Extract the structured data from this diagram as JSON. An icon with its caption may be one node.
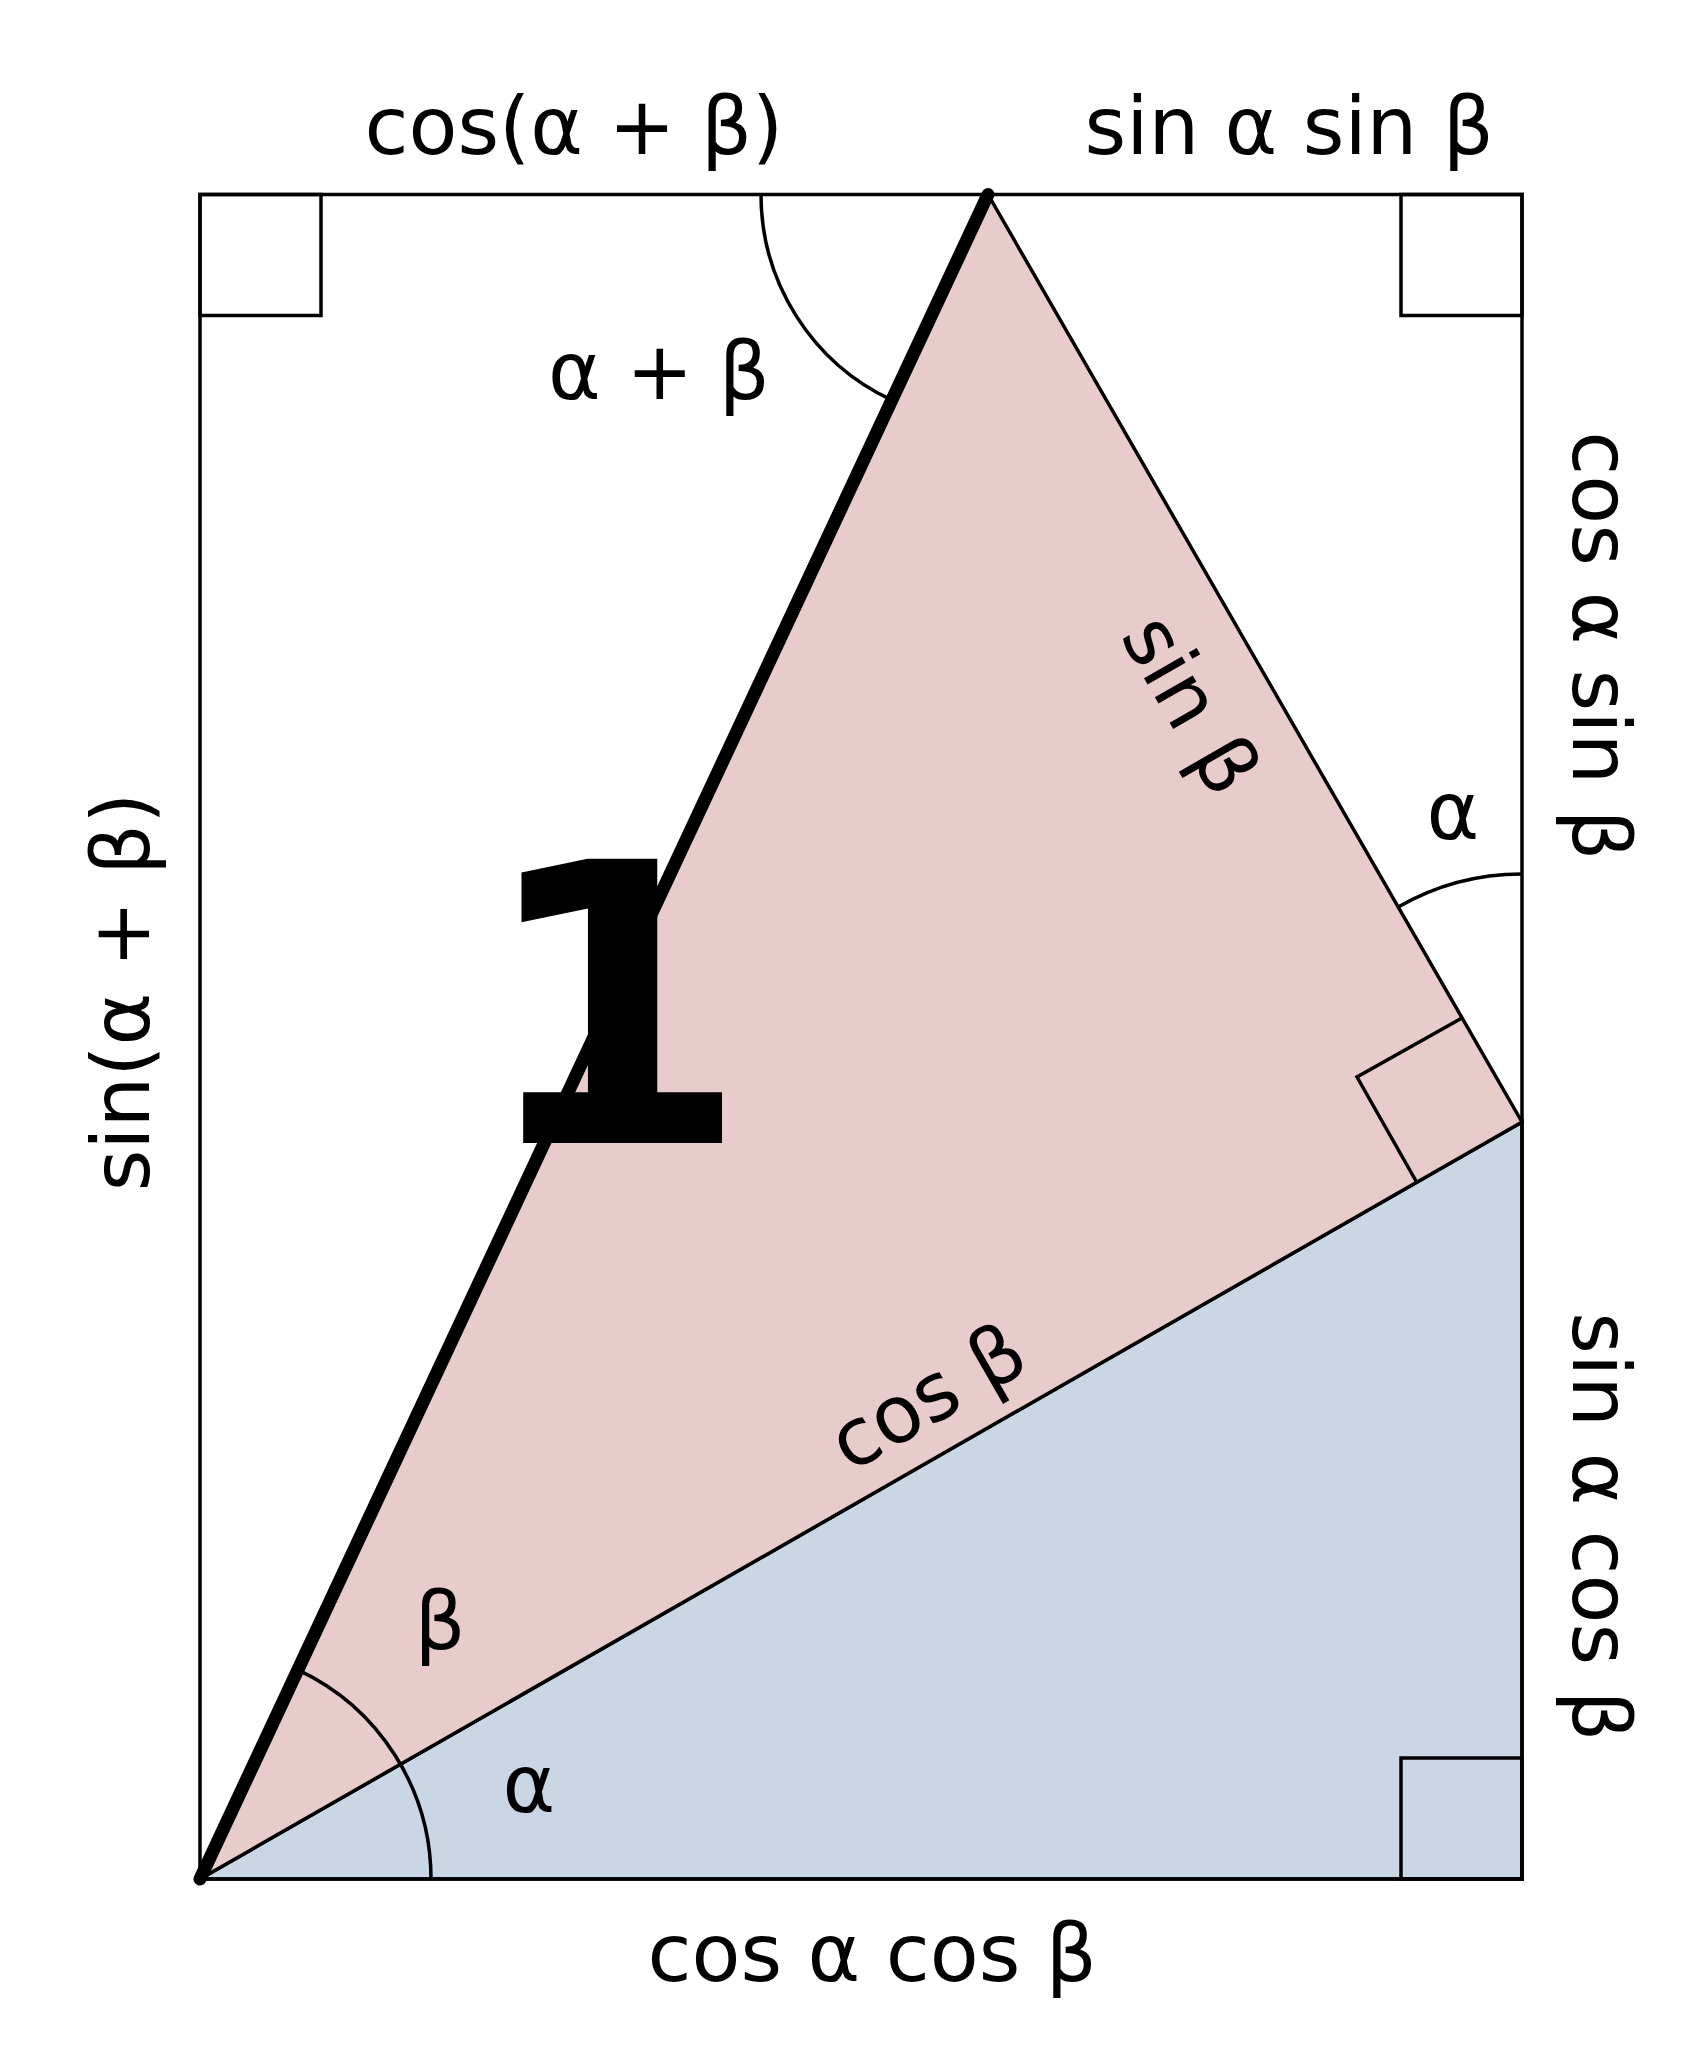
{
  "diagram": {
    "labels": [
      "cos(α + β)",
      "sin α sin β",
      "α + β",
      "cos α sin β",
      "sin β",
      "α",
      "sin(α + β)",
      "1",
      "cos β",
      "β",
      "α",
      "sin α cos β",
      "cos α cos β"
    ]
  }
}
